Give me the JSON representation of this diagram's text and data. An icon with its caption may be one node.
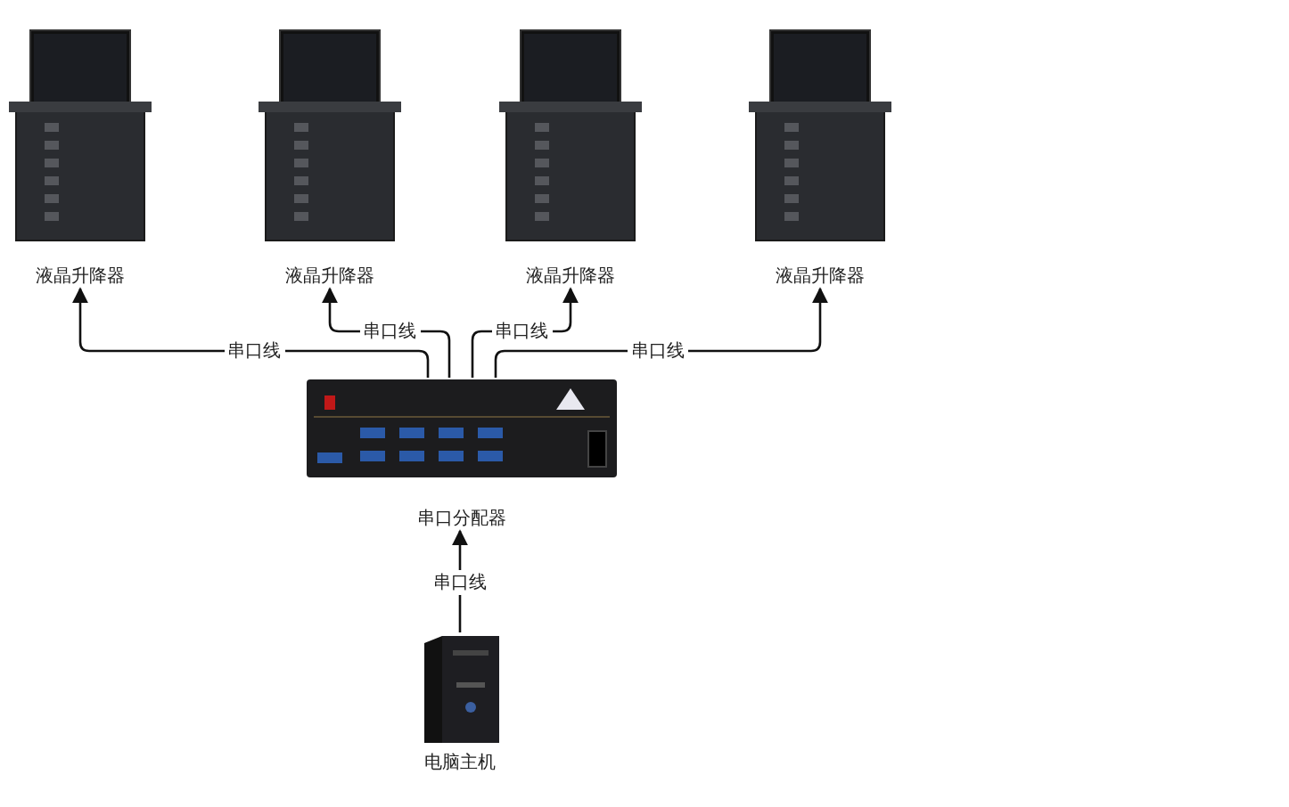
{
  "diagram": {
    "nodes": [
      {
        "text": [
          "液晶升降器"
        ]
      },
      {
        "text": [
          "液晶升降器"
        ]
      },
      {
        "text": [
          "液晶升降器"
        ]
      },
      {
        "text": [
          "液晶升降器"
        ]
      },
      {
        "text": [
          "串口分配器"
        ]
      },
      {
        "text": [
          "电脑主机"
        ]
      }
    ],
    "edges": [
      {
        "from": 4,
        "to": 0,
        "arrow": "to",
        "label": "串口线"
      },
      {
        "from": 4,
        "to": 1,
        "arrow": "to",
        "label": "串口线"
      },
      {
        "from": 4,
        "to": 2,
        "arrow": "to",
        "label": "串口线"
      },
      {
        "from": 4,
        "to": 3,
        "arrow": "to",
        "label": "串口线"
      },
      {
        "from": 5,
        "to": 4,
        "arrow": "to",
        "label": "串口线"
      }
    ]
  }
}
